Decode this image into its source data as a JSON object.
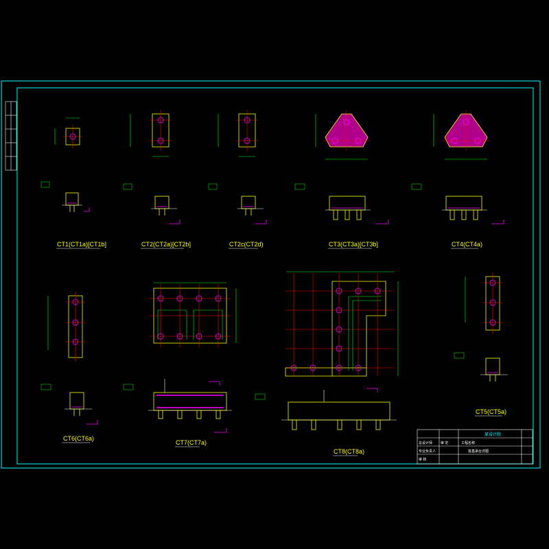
{
  "colors": {
    "background": "#000000",
    "frame": "#00ffff",
    "outline": "#ffff00",
    "pile": "#ff00ff",
    "axis": "#ff0000",
    "rebar": "#00ff00",
    "text": "#ffffff"
  },
  "labels": {
    "ct1": "CT1(CT1a)[CT1b]",
    "ct2": "CT2(CT2a)[CT2b]",
    "ct2c": "CT2c(CT2d)",
    "ct3": "CT3(CT3a)[CT3b]",
    "ct4": "CT4(CT4a)",
    "ct5": "CT5(CT5a)",
    "ct6": "CT6(CT6a)",
    "ct7": "CT7(CT7a)",
    "ct8": "CT8(CT8a)"
  },
  "title_block": {
    "company": "某设计院",
    "project_name": "工程名称",
    "drawing_title": "桩基承台详图",
    "row_labels": [
      "总设计师",
      "审 定",
      "专业负责人",
      "审 核"
    ]
  }
}
